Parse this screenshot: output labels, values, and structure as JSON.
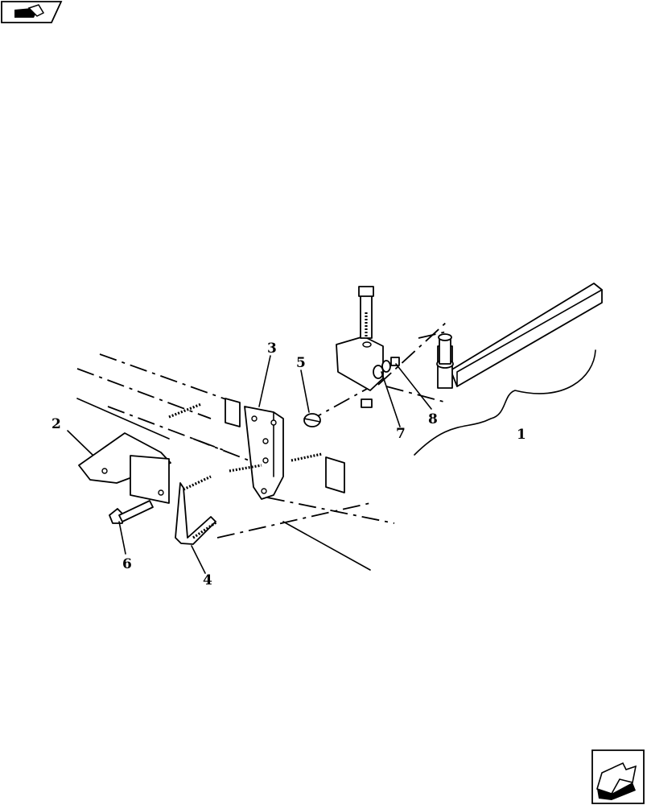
{
  "callouts": [
    {
      "id": "1",
      "label": "1"
    },
    {
      "id": "2",
      "label": "2"
    },
    {
      "id": "3",
      "label": "3"
    },
    {
      "id": "4",
      "label": "4"
    },
    {
      "id": "5",
      "label": "5"
    },
    {
      "id": "6",
      "label": "6"
    },
    {
      "id": "7",
      "label": "7"
    },
    {
      "id": "8",
      "label": "8"
    }
  ],
  "icons": {
    "top_left": "back-to-index-icon",
    "bottom_right": "next-page-icon"
  }
}
